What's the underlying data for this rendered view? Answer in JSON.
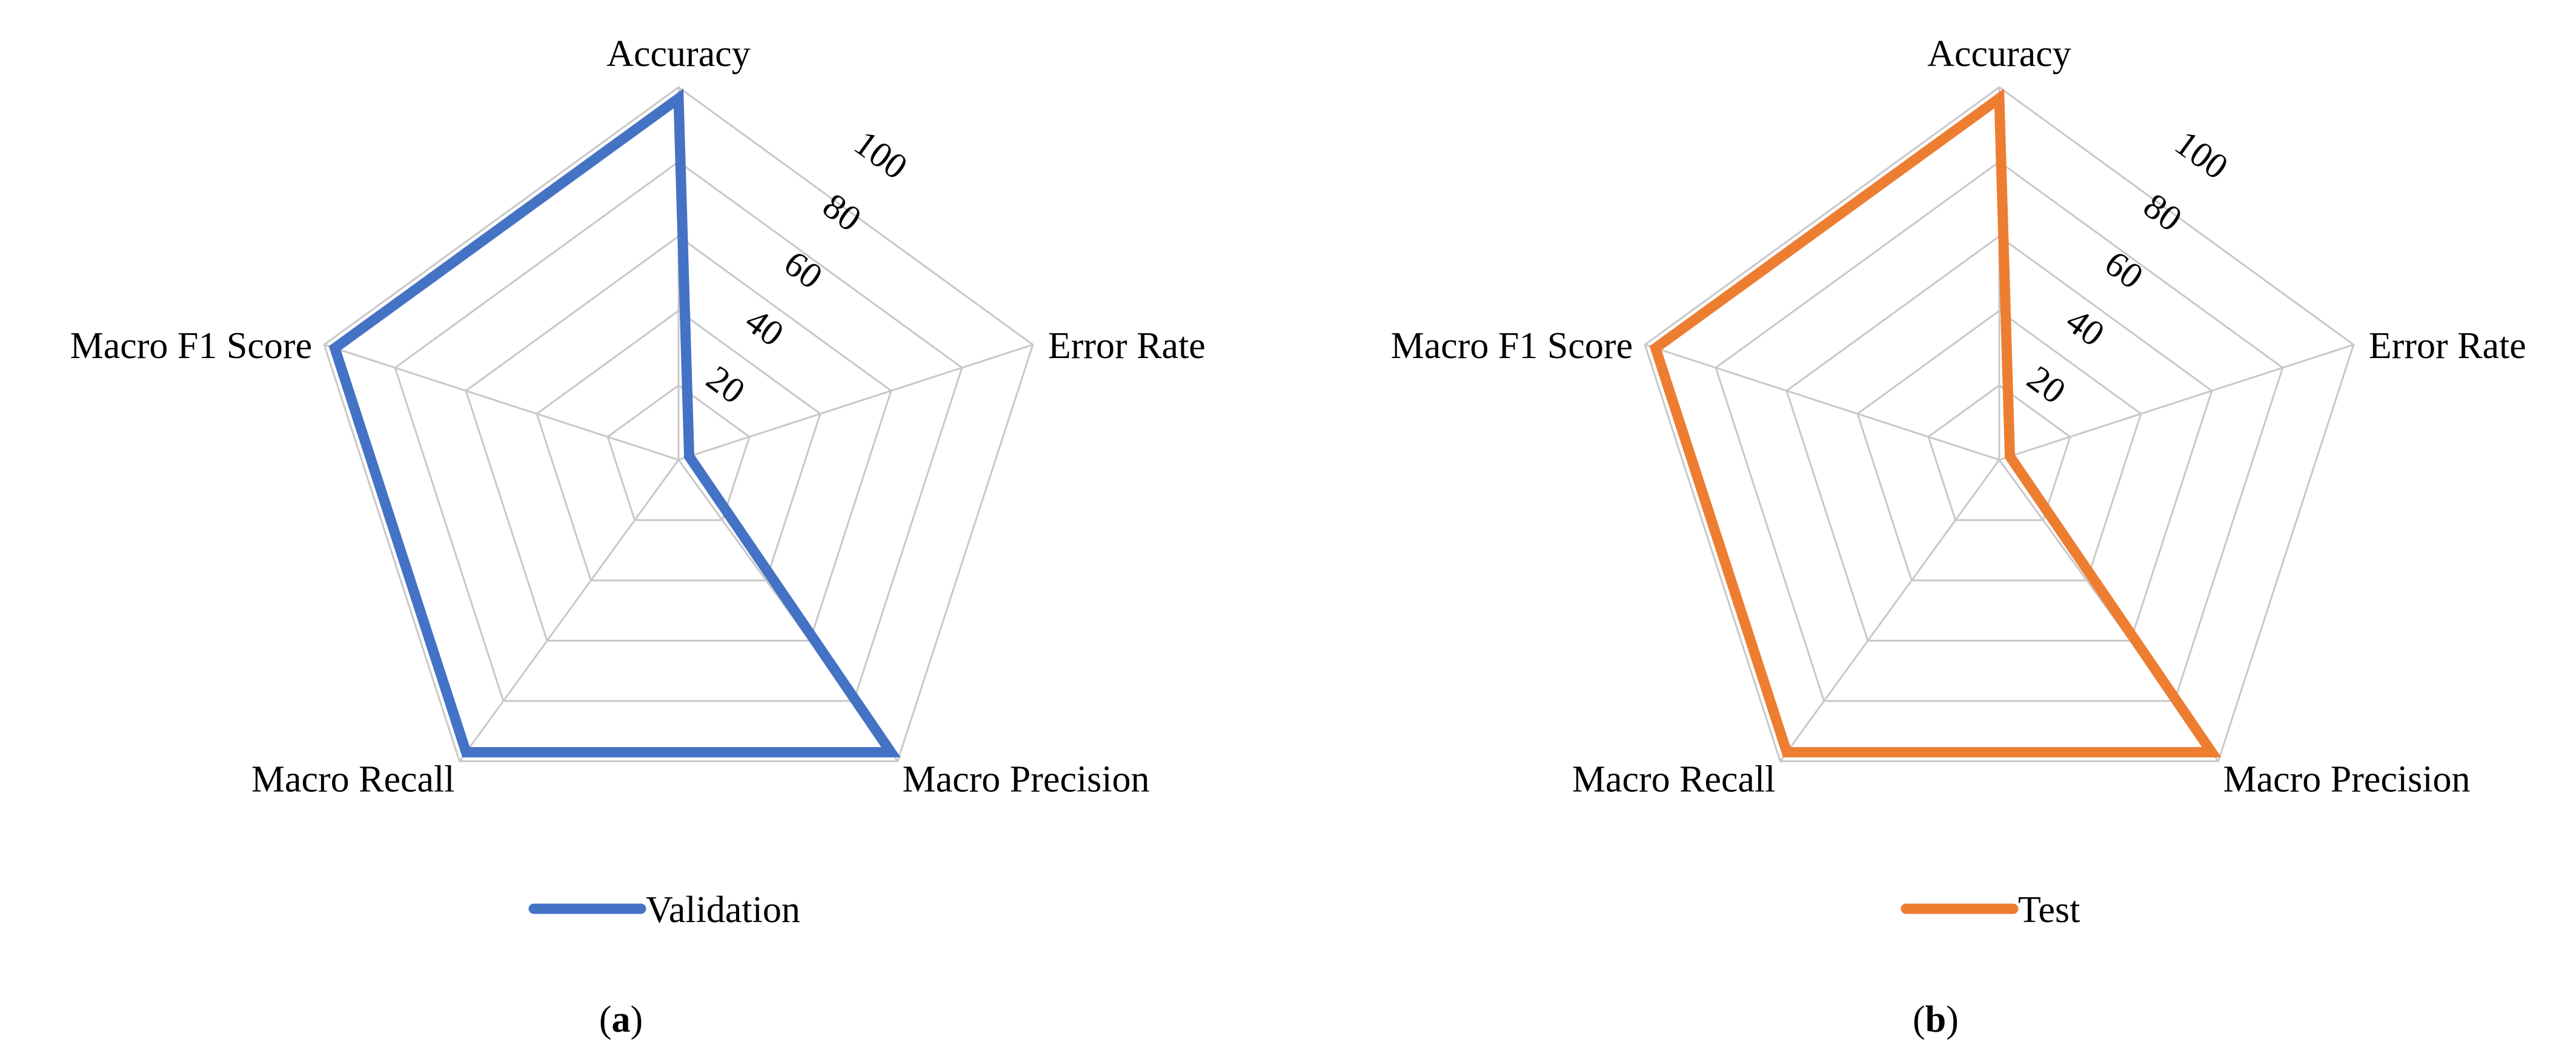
{
  "chart_data": [
    {
      "type": "radar",
      "panel_label": "a",
      "axes": [
        "Accuracy",
        "Error Rate",
        "Macro Precision",
        "Macro Recall",
        "Macro F1 Score"
      ],
      "radial_ticks": [
        "20",
        "40",
        "60",
        "80",
        "100"
      ],
      "rlim": [
        0,
        100
      ],
      "grid": true,
      "legend_position": "bottom",
      "series": [
        {
          "name": "Validation",
          "color": "#4472C4",
          "values": [
            97,
            3,
            97,
            97,
            97
          ]
        }
      ]
    },
    {
      "type": "radar",
      "panel_label": "b",
      "axes": [
        "Accuracy",
        "Error Rate",
        "Macro Precision",
        "Macro Recall",
        "Macro F1 Score"
      ],
      "radial_ticks": [
        "20",
        "40",
        "60",
        "80",
        "100"
      ],
      "rlim": [
        0,
        100
      ],
      "grid": true,
      "legend_position": "bottom",
      "series": [
        {
          "name": "Test",
          "color": "#ED7D31",
          "values": [
            97,
            3,
            97,
            97,
            97
          ]
        }
      ]
    }
  ]
}
